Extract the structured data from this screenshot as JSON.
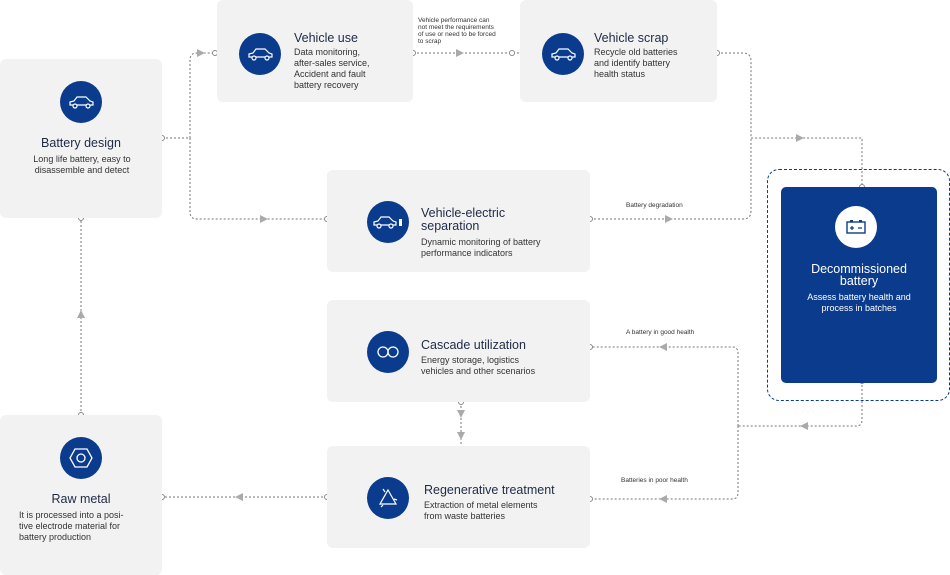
{
  "nodes": {
    "battery_design": {
      "title": "Battery design",
      "desc": "Long life battery, easy to disassemble and detect",
      "icon": "car-icon"
    },
    "vehicle_use": {
      "title": "Vehicle use",
      "desc1": "Data monitoring,",
      "desc2": "after-sales service,",
      "desc3": "Accident and fault",
      "desc4": "battery recovery",
      "icon": "car-icon"
    },
    "vehicle_scrap": {
      "title": "Vehicle scrap",
      "desc1": "Recycle old batteries",
      "desc2": "and identify battery",
      "desc3": "health status",
      "icon": "car-icon"
    },
    "vehicle_electric_separation": {
      "title1": "Vehicle-electric",
      "title2": "separation",
      "desc1": "Dynamic monitoring of battery",
      "desc2": "performance indicators",
      "icon": "car-charging-icon"
    },
    "cascade_utilization": {
      "title": "Cascade utilization",
      "desc1": "Energy storage, logistics",
      "desc2": "vehicles and other scenarios",
      "icon": "infinity-icon"
    },
    "regenerative_treatment": {
      "title": "Regenerative treatment",
      "desc1": "Extraction of metal elements",
      "desc2": "from waste batteries",
      "icon": "recycle-icon"
    },
    "raw_metal": {
      "title": "Raw metal",
      "desc1": "It is processed into a posi-",
      "desc2": "tive electrode material for",
      "desc3": "battery production",
      "icon": "hexagon-nut-icon"
    },
    "decommissioned_battery": {
      "title1": "Decommissioned",
      "title2": "battery",
      "desc1": "Assess battery health and",
      "desc2": "process in batches",
      "icon": "battery-icon"
    }
  },
  "flow_labels": {
    "performance1": "Vehicle  performance  can",
    "performance2": "not  meet  the  requirements",
    "performance3": "of use or need to be forced",
    "performance4": "to scrap",
    "degradation": "Battery degradation",
    "good_health": "A battery in good health",
    "poor_health": "Batteries in poor health"
  },
  "colors": {
    "accent": "#0a3b8c",
    "card": "#f2f2f2",
    "line": "#777777"
  }
}
